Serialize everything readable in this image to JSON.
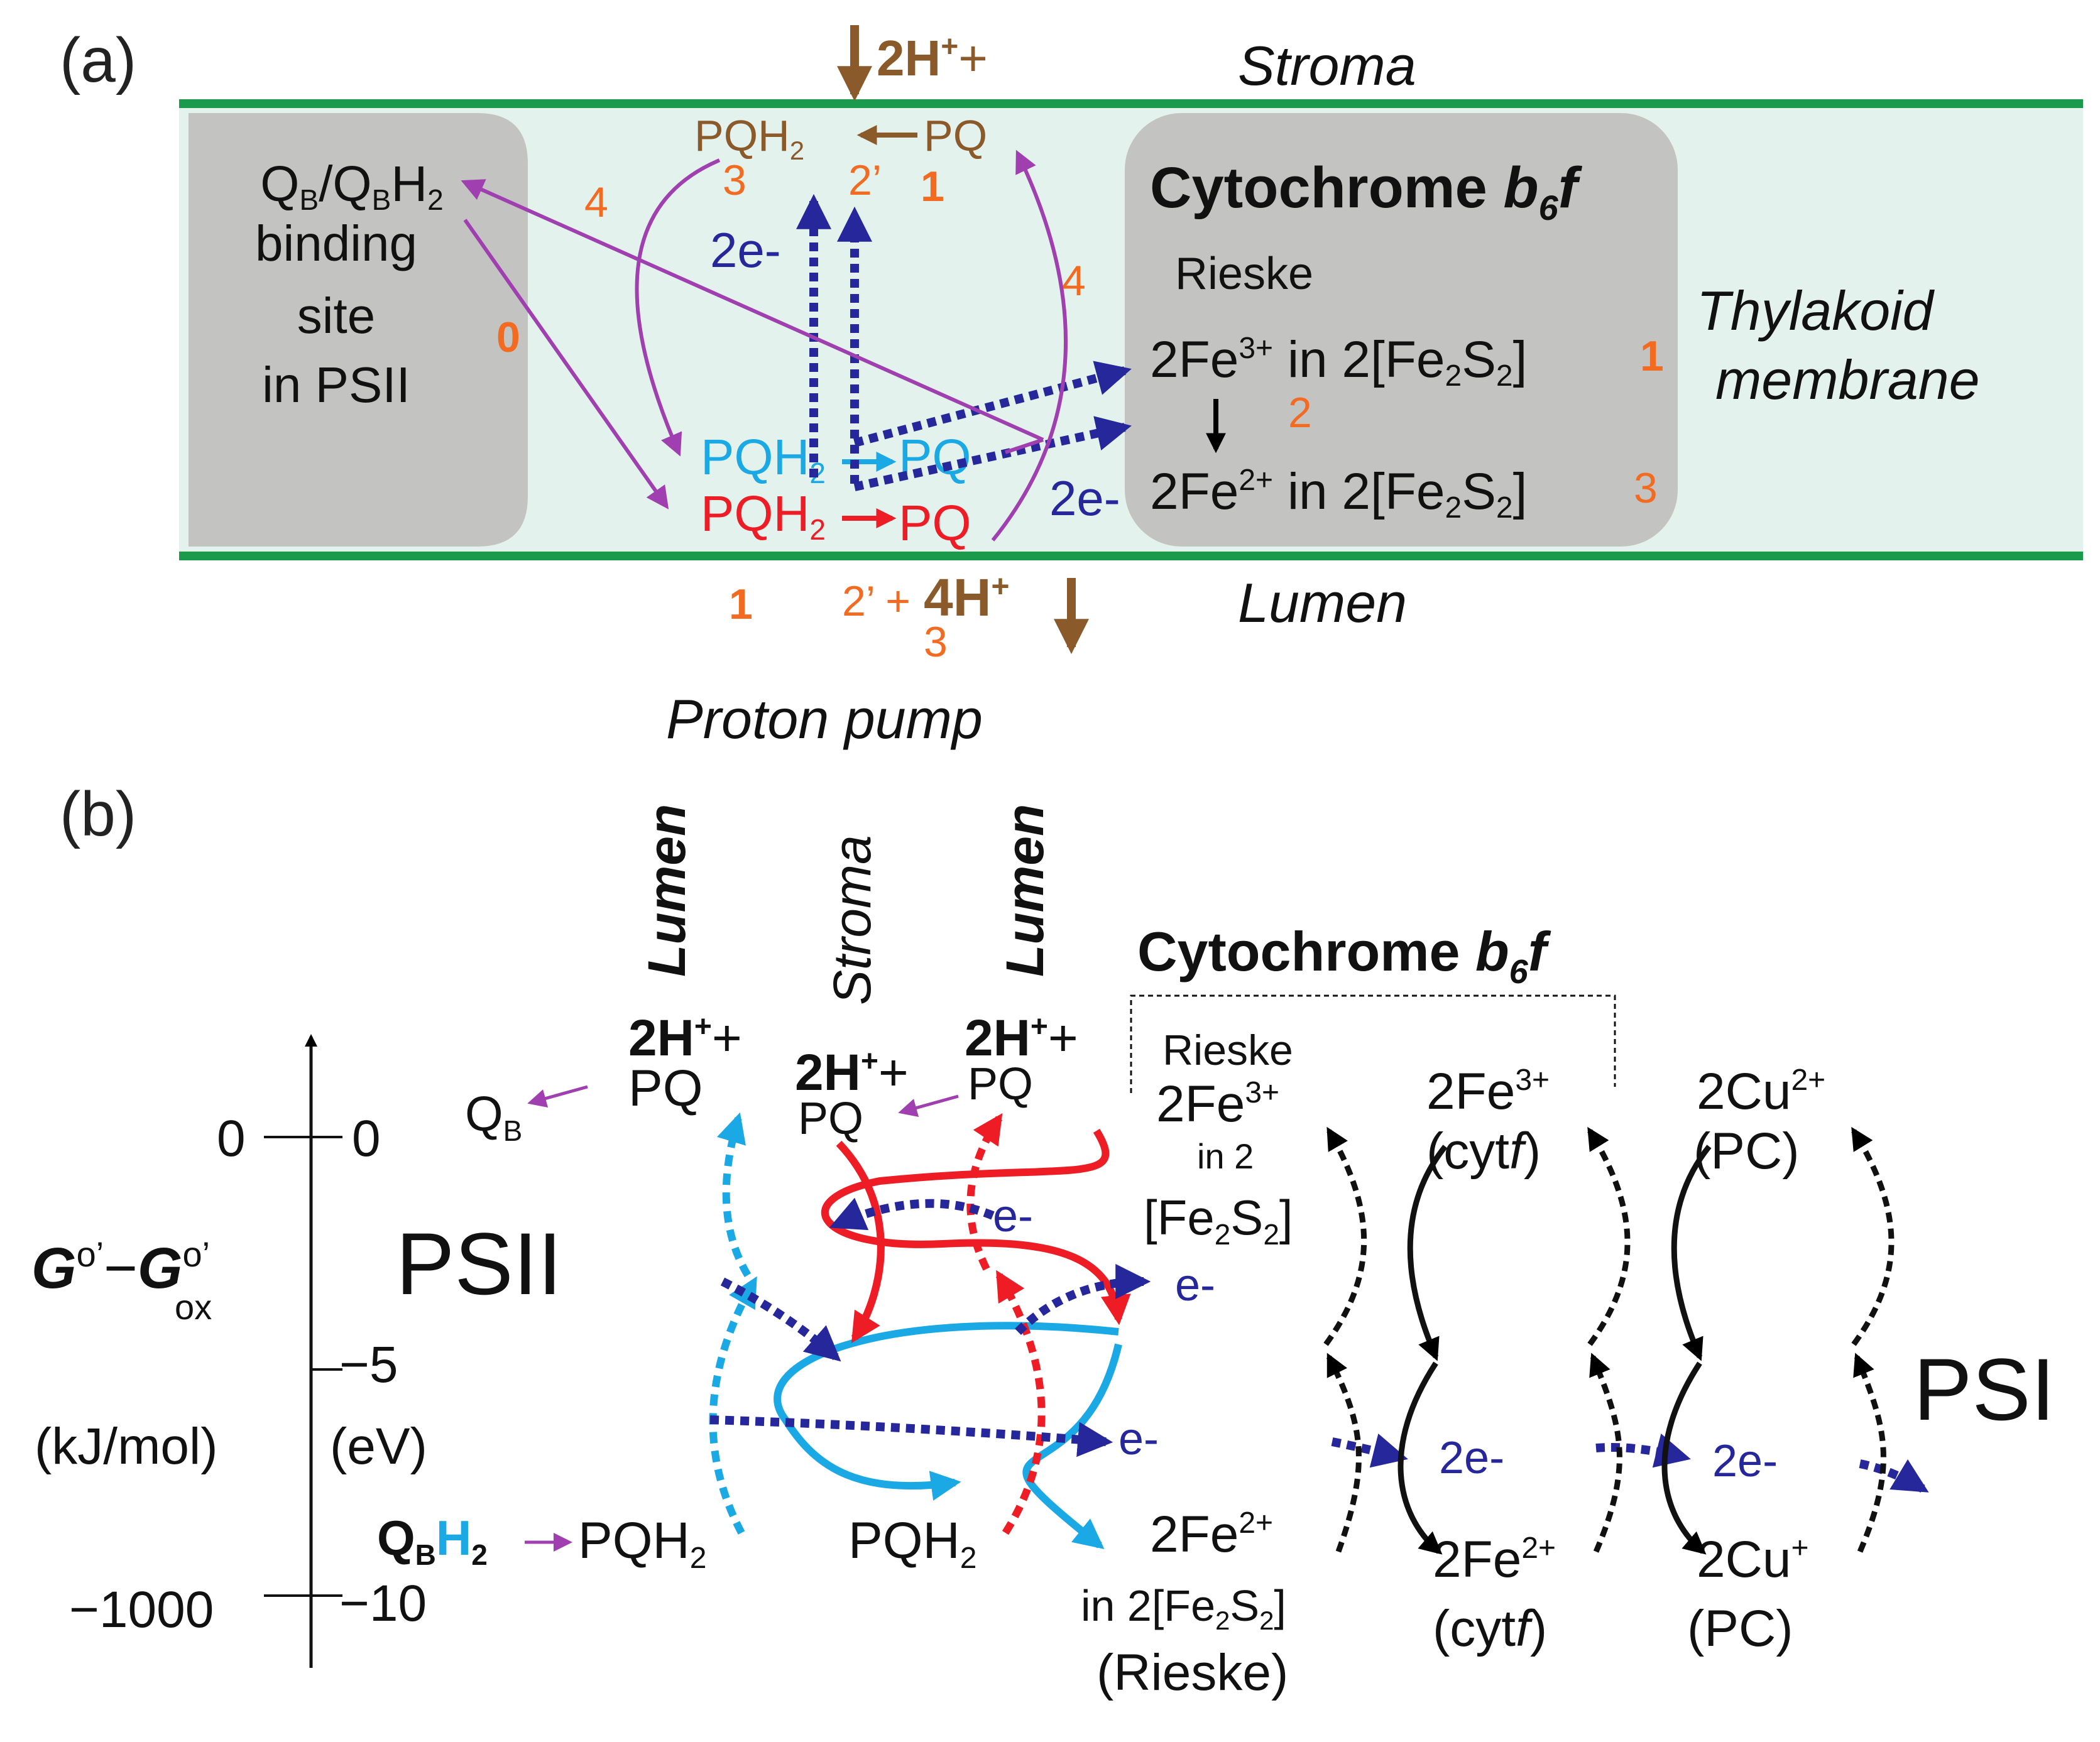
{
  "panel_a": {
    "label": "(a)",
    "stroma": "Stroma",
    "lumen": "Lumen",
    "thylakoid_1": "Thylakoid",
    "thylakoid_2": "membrane",
    "psii_box": [
      "Q_B/Q_BH_2",
      "binding",
      "site",
      "in PSII"
    ],
    "cyt_title": "Cytochrome b6f",
    "rieske": "Rieske",
    "fe3": "2Fe3+ in 2[Fe2S2]",
    "fe2": "2Fe2+ in 2[Fe2S2]",
    "top_protons": "2H+ +",
    "bottom_protons": "4H+",
    "pqh2_top": "PQH2",
    "pq_top": "PQ",
    "pqh2_blue": "PQH2",
    "pq_blue": "PQ",
    "pqh2_red": "PQH2",
    "pq_red": "PQ",
    "two_e_left": "2e-",
    "two_e_right": "2e-",
    "step_nums": {
      "n0": "0",
      "n1a": "1",
      "n1b": "1",
      "n1c": "1",
      "n2": "2",
      "n2p_top": "2’",
      "n2p_bot": "2’ +",
      "n3a": "3",
      "n3b": "3",
      "n3c": "3",
      "n4a": "4",
      "n4b": "4"
    }
  },
  "panel_b": {
    "label": "(b)",
    "proton_pump": "Proton pump",
    "lumen_1": "Lumen",
    "stroma": "Stroma",
    "lumen_2": "Lumen",
    "cyt_title": "Cytochrome b6f",
    "yaxis_label": "G°’−G°’ox",
    "unit_kj": "(kJ/mol)",
    "unit_ev": "(eV)",
    "ticks_kj": [
      "0",
      "−1000"
    ],
    "ticks_ev": [
      "0",
      "−5",
      "−10"
    ],
    "psii": "PSII",
    "psi": "PSI",
    "qb": "QB",
    "qbh2": "QBH2",
    "pq_items": [
      "2H+ +",
      "PQ",
      "2H+ +",
      "PQ",
      "2H+ +",
      "PQ"
    ],
    "pqh2_items": [
      "PQH2",
      "PQH2"
    ],
    "e_labels": [
      "e-",
      "e-",
      "e-",
      "2e-",
      "2e-"
    ],
    "rieske_top": [
      "Rieske",
      "2Fe3+",
      "in 2",
      "[Fe2S2]"
    ],
    "rieske_bottom": [
      "2Fe2+",
      "in 2[Fe2S2]",
      "(Rieske)"
    ],
    "cytf_top": [
      "2Fe3+",
      "(cytf)"
    ],
    "cytf_bottom": [
      "2Fe2+",
      "(cytf)"
    ],
    "pc_top": [
      "2Cu2+",
      "(PC)"
    ],
    "pc_bottom": [
      "2Cu+",
      "(PC)"
    ]
  },
  "colors": {
    "membrane": "#e3f2ec",
    "membrane_line": "#1a9a4a",
    "grey_box": "#c3c4c2",
    "purple": "#a040b0",
    "navy": "#26279a",
    "cyan": "#1aa9e4",
    "red": "#ee1c24",
    "orange": "#f26b21",
    "brown": "#8b5a2b"
  }
}
